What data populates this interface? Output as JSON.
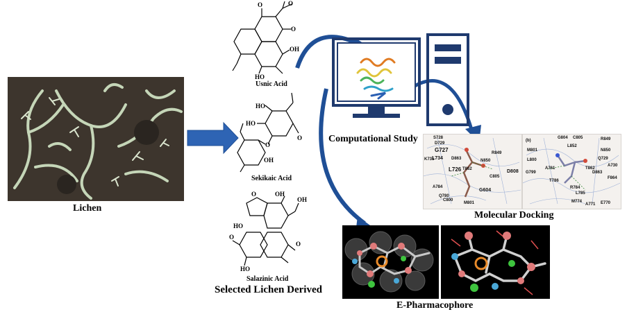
{
  "labels": {
    "lichen": "Lichen",
    "usnic": "Usnic Acid",
    "sekikaic": "Sekikaic Acid",
    "salazinic": "Salazinic Acid",
    "selected": "Selected Lichen Derived",
    "computational": "Computational Study",
    "docking": "Molecular Docking",
    "pharmacophore": "E-Pharmacophore"
  },
  "colors": {
    "arrow_blue": "#2e64b4",
    "arrow_dark": "#1f4f96",
    "lichen_bg": "#4b4238",
    "lichen_fg": "#c9d9bd",
    "pharm_bg": "#000000"
  },
  "residues": {
    "panel_a": [
      "S728",
      "G727",
      "D729",
      "K735",
      "L734",
      "D863",
      "N850",
      "R849",
      "L726",
      "T862",
      "C805",
      "D808",
      "G604",
      "A784",
      "Q780",
      "C800",
      "M801"
    ],
    "panel_b": [
      "(b)",
      "G804",
      "C805",
      "R849",
      "L852",
      "M801",
      "N850",
      "L800",
      "Q729",
      "A730",
      "T862",
      "A761",
      "G799",
      "D863",
      "F864",
      "T786",
      "R784",
      "M774",
      "L785",
      "A771",
      "E770"
    ]
  }
}
